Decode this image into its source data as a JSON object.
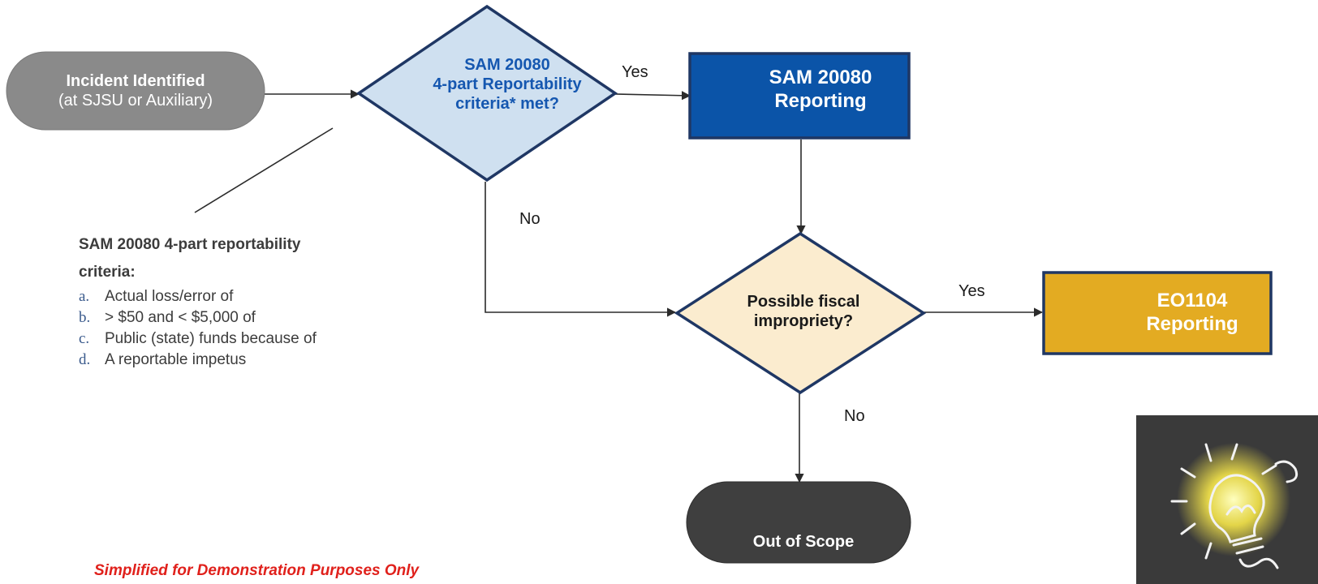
{
  "nodes": {
    "start": {
      "title": "Incident Identified",
      "subtitle": "(at SJSU or Auxiliary)"
    },
    "decision_sam": {
      "line1": "SAM 20080",
      "line2": "4-part Reportability",
      "line3": "criteria* met?"
    },
    "sam_reporting": {
      "line1": "SAM 20080",
      "line2": "Reporting"
    },
    "decision_fiscal": {
      "line1": "Possible fiscal",
      "line2": "impropriety?"
    },
    "eo_reporting": {
      "line1": "EO1104",
      "line2": "Reporting"
    },
    "out_of_scope": {
      "label": "Out of Scope"
    }
  },
  "edges": {
    "sam_yes": "Yes",
    "sam_no": "No",
    "fiscal_yes": "Yes",
    "fiscal_no": "No"
  },
  "criteria": {
    "title_line1": "SAM 20080 4-part reportability",
    "title_line2": "criteria:",
    "items": [
      {
        "marker": "a.",
        "text": "Actual loss/error of"
      },
      {
        "marker": "b.",
        "text": "> $50 and < $5,000 of"
      },
      {
        "marker": "c.",
        "text": "Public (state) funds because of"
      },
      {
        "marker": "d.",
        "text": "A reportable impetus"
      }
    ]
  },
  "footnote": "Simplified for Demonstration Purposes Only",
  "image": {
    "icon": "lightbulb-icon"
  },
  "colors": {
    "start_fill": "#8a8a8a",
    "decision_sam_fill": "#cfe0f0",
    "decision_sam_text": "#1557b0",
    "sam_box_fill": "#0b54a8",
    "decision_fiscal_fill": "#fbeccf",
    "eo_box_fill": "#e3ab22",
    "out_of_scope_fill": "#3f3f3f",
    "outline": "#1f3764",
    "footnote": "#e0201b"
  }
}
